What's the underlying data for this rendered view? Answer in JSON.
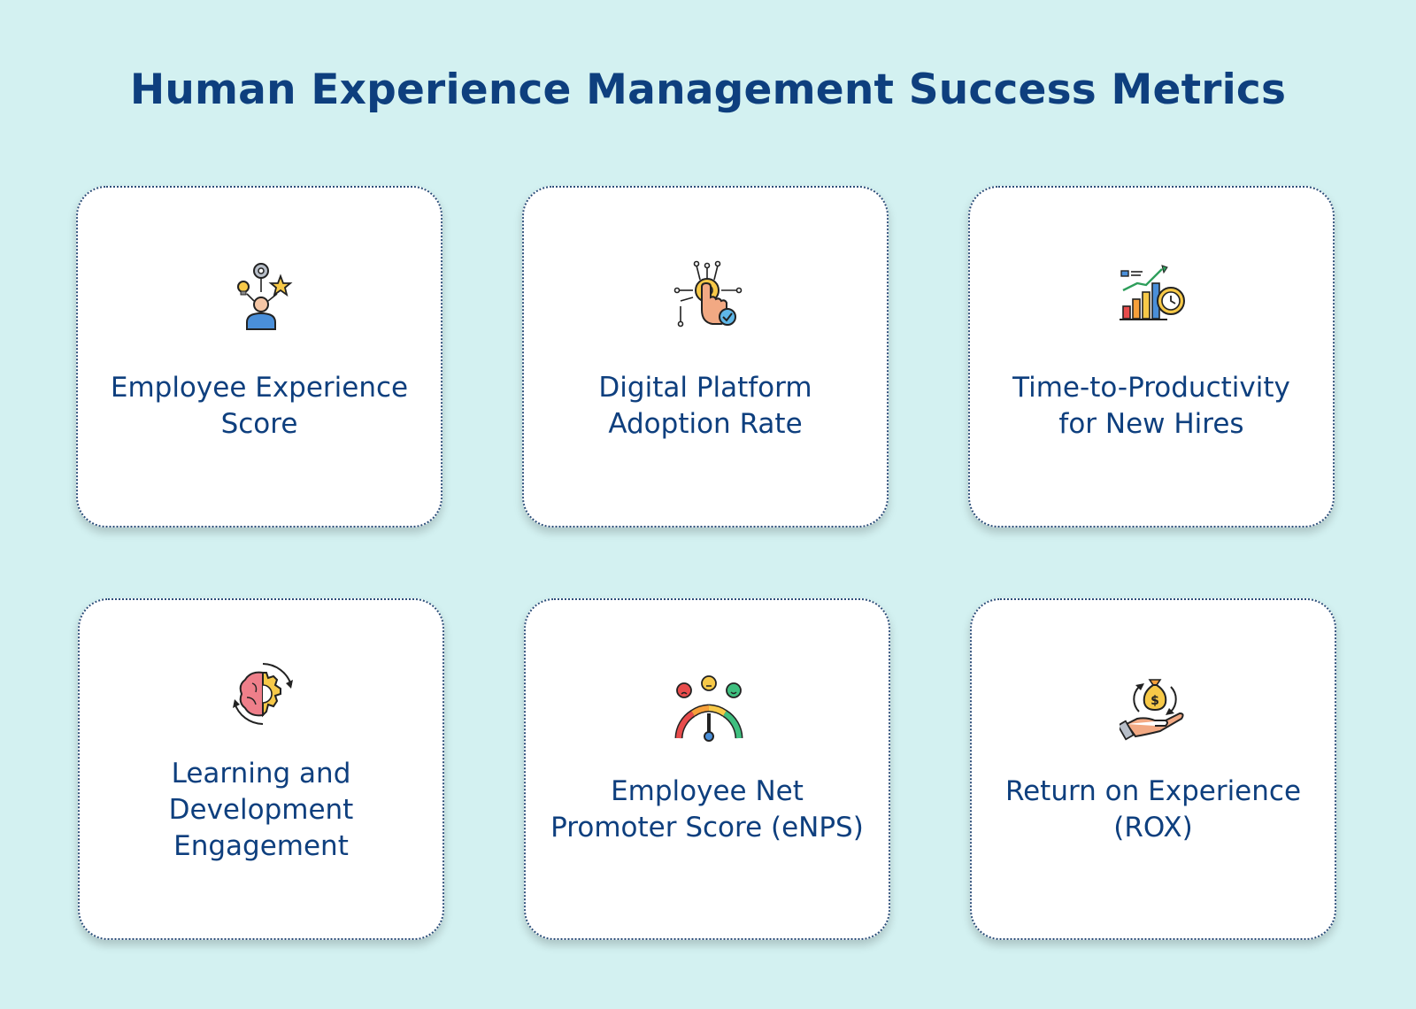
{
  "title": "Human Experience Management Success Metrics",
  "colors": {
    "background": "#d3f1f1",
    "title": "#0e3f7e",
    "card_border": "#2d4f7a",
    "card_bg": "#ffffff"
  },
  "metrics": [
    {
      "icon": "employee-ideas-icon",
      "label_lines": [
        "Employee Experience",
        "Score"
      ]
    },
    {
      "icon": "digital-platform-touch-icon",
      "label_lines": [
        "Digital Platform",
        "Adoption Rate"
      ]
    },
    {
      "icon": "growth-chart-clock-icon",
      "label_lines": [
        "Time-to-Productivity",
        "for New Hires"
      ]
    },
    {
      "icon": "brain-gear-cycle-icon",
      "label_lines": [
        "Learning and",
        "Development",
        "Engagement"
      ]
    },
    {
      "icon": "satisfaction-gauge-icon",
      "label_lines": [
        "Employee Net",
        "Promoter Score (eNPS)"
      ]
    },
    {
      "icon": "hand-money-bag-icon",
      "label_lines": [
        "Return on Experience",
        "(ROX)"
      ]
    }
  ]
}
